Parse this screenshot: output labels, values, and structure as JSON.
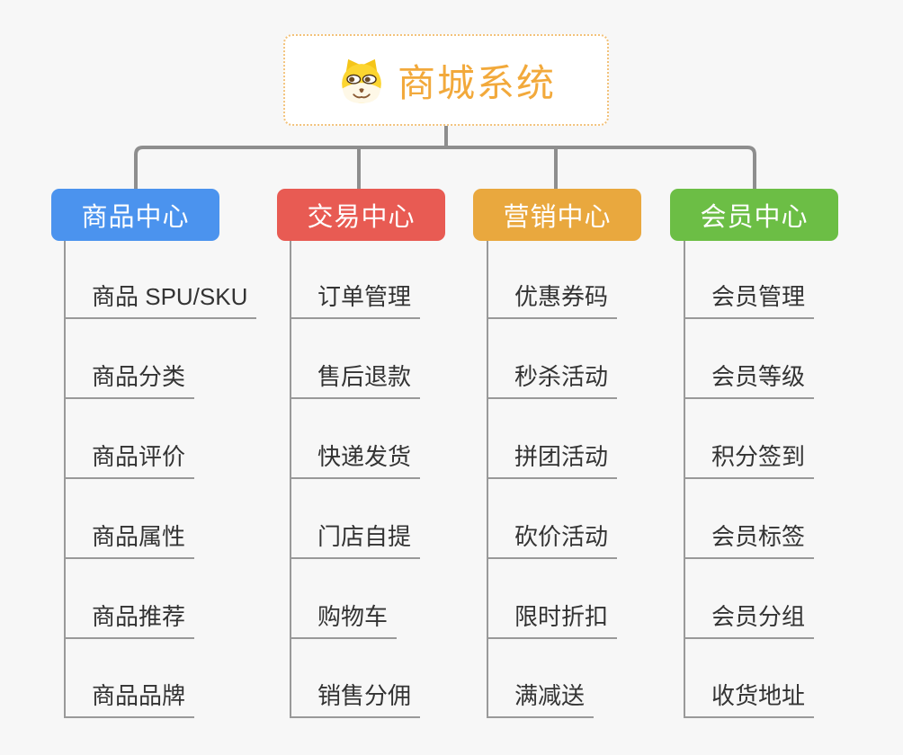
{
  "root": {
    "title": "商城系统",
    "icon": "doge-icon"
  },
  "branches": [
    {
      "id": "product-center",
      "label": "商品中心",
      "color": "#4B93EE",
      "children": [
        "商品 SPU/SKU",
        "商品分类",
        "商品评价",
        "商品属性",
        "商品推荐",
        "商品品牌"
      ]
    },
    {
      "id": "trade-center",
      "label": "交易中心",
      "color": "#E85B53",
      "children": [
        "订单管理",
        "售后退款",
        "快递发货",
        "门店自提",
        "购物车",
        "销售分佣"
      ]
    },
    {
      "id": "marketing-center",
      "label": "营销中心",
      "color": "#E9A83E",
      "children": [
        "优惠券码",
        "秒杀活动",
        "拼团活动",
        "砍价活动",
        "限时折扣",
        "满减送"
      ]
    },
    {
      "id": "member-center",
      "label": "会员中心",
      "color": "#6CBE45",
      "children": [
        "会员管理",
        "会员等级",
        "积分签到",
        "会员标签",
        "会员分组",
        "收货地址"
      ]
    }
  ],
  "colors": {
    "background": "#F7F7F7",
    "connector": "#8E8E8E",
    "branch-line": "#999999",
    "root-border": "#F2C27B",
    "root-text": "#F2A93B",
    "child-text": "#333333"
  }
}
